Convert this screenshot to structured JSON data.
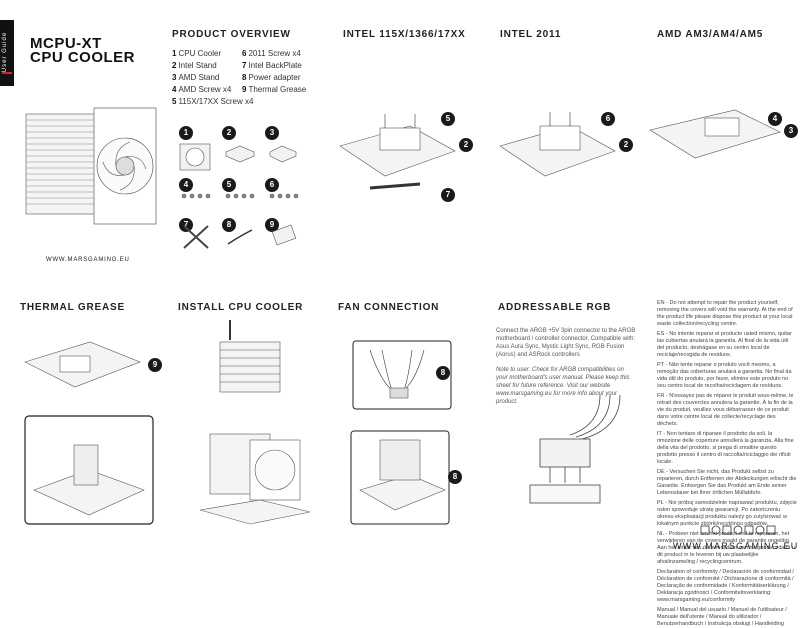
{
  "side_tab": "User Guide",
  "product": {
    "line1": "MCPU-XT",
    "line2": "CPU COOLER"
  },
  "website_left": "WWW.MARSGAMING.EU",
  "website_bottom": "WWW.MARSGAMING.EU",
  "sections": {
    "overview": "PRODUCT OVERVIEW",
    "intel115x": "INTEL 115X/1366/17XX",
    "intel2011": "INTEL 2011",
    "amd": "AMD AM3/AM4/AM5",
    "grease": "THERMAL GREASE",
    "install": "INSTALL CPU COOLER",
    "fan": "FAN CONNECTION",
    "argb": "ADDRESSABLE RGB"
  },
  "overview_items": [
    {
      "n": "1",
      "label": "CPU Cooler"
    },
    {
      "n": "2",
      "label": "Intel Stand"
    },
    {
      "n": "3",
      "label": "AMD Stand"
    },
    {
      "n": "4",
      "label": "AMD Screw x4"
    },
    {
      "n": "5",
      "label": "115X/17XX Screw x4"
    },
    {
      "n": "6",
      "label": "2011 Screw x4"
    },
    {
      "n": "7",
      "label": "Intel BackPlate"
    },
    {
      "n": "8",
      "label": "Power adapter"
    },
    {
      "n": "9",
      "label": "Thermal Grease"
    }
  ],
  "part_numbers": [
    "1",
    "2",
    "3",
    "4",
    "5",
    "6",
    "7",
    "8",
    "9"
  ],
  "callouts": {
    "i115_top": "5",
    "i115_mid": "2",
    "i115_bot": "7",
    "i2011_top": "6",
    "i2011_mid": "2",
    "amd_top": "4",
    "amd_mid": "3",
    "grease": "9",
    "fan_top": "8",
    "fan_bot": "8"
  },
  "argb_text": "Connect the ARGB +5V 3pin connector to the ARGB motherboard / controller connector. Compatible with: Asus Aura Sync, Mystic Light Sync, RGB Fusion (Aorus) and ASRock controllers",
  "argb_note": "Note to user: Check for ARGB compatibilities on your motherboard's user manual. Please keep this sheet for future reference. Visit our website www.marsgaming.eu for more info about your product.",
  "legal_paragraphs": [
    "EN - Do not attempt to repair the product yourself, removing the covers will void the warranty. At the end of the product life please dispose this product at your local waste collection/recycling centre.",
    "ES - No intente reparar el producto usted mismo, quitar las cubiertas anulará la garantía. Al final de la vida útil del producto, deshágase en su centro local de reciclaje/recogida de residuos.",
    "PT - Não tente reparar o produto você mesmo, a remoção das coberturas anulará a garantia. No final da vida útil do produto, por favor, elimine este produto no seu centro local de recolha/reciclagem de resíduos.",
    "FR - N'essayez pas de réparer le produit vous-même, le retrait des couvercles annulera la garantie. À la fin de la vie du produit, veuillez vous débarrasser de ce produit dans votre centre local de collecte/recyclage des déchets.",
    "IT - Non tentare di riparare il prodotto da soli, la rimozione delle coperture annullerà la garanzia. Alla fine della vita del prodotto, si prega di smaltire questo prodotto presso il centro di raccolta/riciclaggio dei rifiuti locale.",
    "DE - Versuchen Sie nicht, das Produkt selbst zu reparieren, durch Entfernen der Abdeckungen erlischt die Garantie. Entsorgen Sie das Produkt am Ende seiner Lebensdauer bei Ihrer örtlichen Müllabfuhr.",
    "PL - Nie próbuj samodzielnie naprawiać produktu, zdjęcie osłon spowoduje utratę gwarancji. Po zakończeniu okresu eksploatacji produktu należy go zutylizować w lokalnym punkcie zbiórki/recyklingu odpadów.",
    "NL - Probeer niet om het product zelf te repareren, het verwijderen van de covers maakt de garantie ongeldig. Aan het einde van de levensduur van het product dient u dit product in te leveren bij uw plaatselijke afvalinzameling / recyclingcentrum."
  ],
  "declaration": "Declaration of conformity / Declaración de conformidad / Déclaration de conformité / Dichiarazione di conformità / Declaração de conformidade / Konformitätserklärung / Deklaracja zgodności / Conformiteitsverklaring: www.marsgaming.eu/conformity",
  "manual_line": "Manual / Manual del usuario / Manuel de l'utilisateur / Manuale dell'utente / Manual do utilizador / Benutzerhandbuch / Instrukcja obsługi / Handleiding",
  "footer_url": "WWW.MARSGAMING.EU"
}
